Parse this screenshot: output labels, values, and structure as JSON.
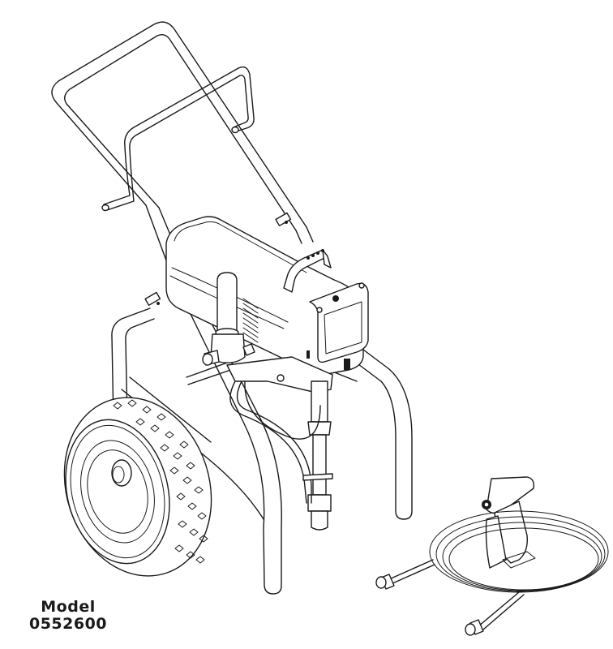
{
  "figure": {
    "subject": "airless paint sprayer on wheeled cart with spray gun and coiled hose",
    "components": [
      "cart-frame",
      "handle",
      "motor-housing",
      "carry-handle",
      "control-panel",
      "pump",
      "wheel",
      "suction-tube",
      "spray-gun",
      "airless-hose"
    ],
    "line_color": "#1a1a1a",
    "background": "#ffffff"
  },
  "label": {
    "line1": "Model",
    "line2": "0552600"
  }
}
